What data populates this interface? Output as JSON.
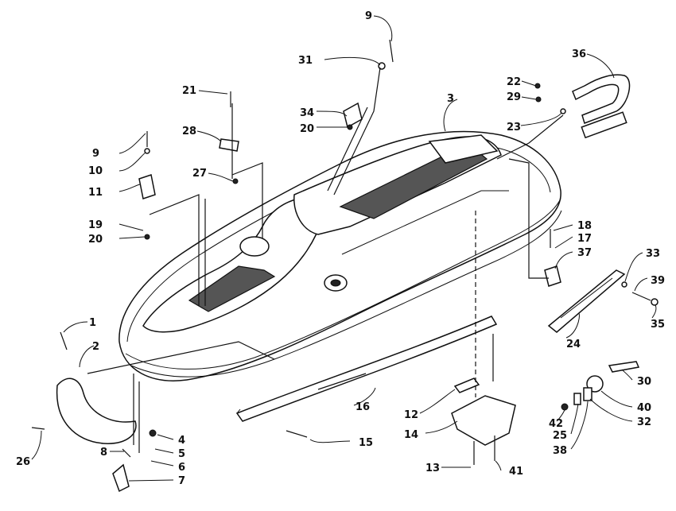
{
  "callouts": [
    {
      "id": "c9a",
      "text": "9"
    },
    {
      "id": "c31",
      "text": "31"
    },
    {
      "id": "c36",
      "text": "36"
    },
    {
      "id": "c22",
      "text": "22"
    },
    {
      "id": "c29",
      "text": "29"
    },
    {
      "id": "c3",
      "text": "3"
    },
    {
      "id": "c34",
      "text": "34"
    },
    {
      "id": "c20a",
      "text": "20"
    },
    {
      "id": "c23",
      "text": "23"
    },
    {
      "id": "c21",
      "text": "21"
    },
    {
      "id": "c28",
      "text": "28"
    },
    {
      "id": "c9b",
      "text": "9"
    },
    {
      "id": "c10",
      "text": "10"
    },
    {
      "id": "c27",
      "text": "27"
    },
    {
      "id": "c11",
      "text": "11"
    },
    {
      "id": "c19",
      "text": "19"
    },
    {
      "id": "c20b",
      "text": "20"
    },
    {
      "id": "c18",
      "text": "18"
    },
    {
      "id": "c17",
      "text": "17"
    },
    {
      "id": "c37",
      "text": "37"
    },
    {
      "id": "c33",
      "text": "33"
    },
    {
      "id": "c39",
      "text": "39"
    },
    {
      "id": "c35",
      "text": "35"
    },
    {
      "id": "c24",
      "text": "24"
    },
    {
      "id": "c1",
      "text": "1"
    },
    {
      "id": "c2",
      "text": "2"
    },
    {
      "id": "c16",
      "text": "16"
    },
    {
      "id": "c26",
      "text": "26"
    },
    {
      "id": "c4",
      "text": "4"
    },
    {
      "id": "c5",
      "text": "5"
    },
    {
      "id": "c6",
      "text": "6"
    },
    {
      "id": "c8",
      "text": "8"
    },
    {
      "id": "c7",
      "text": "7"
    },
    {
      "id": "c15",
      "text": "15"
    },
    {
      "id": "c12",
      "text": "12"
    },
    {
      "id": "c14",
      "text": "14"
    },
    {
      "id": "c13",
      "text": "13"
    },
    {
      "id": "c41",
      "text": "41"
    },
    {
      "id": "c30",
      "text": "30"
    },
    {
      "id": "c40",
      "text": "40"
    },
    {
      "id": "c42",
      "text": "42"
    },
    {
      "id": "c32",
      "text": "32"
    },
    {
      "id": "c25",
      "text": "25"
    },
    {
      "id": "c38",
      "text": "38"
    }
  ]
}
